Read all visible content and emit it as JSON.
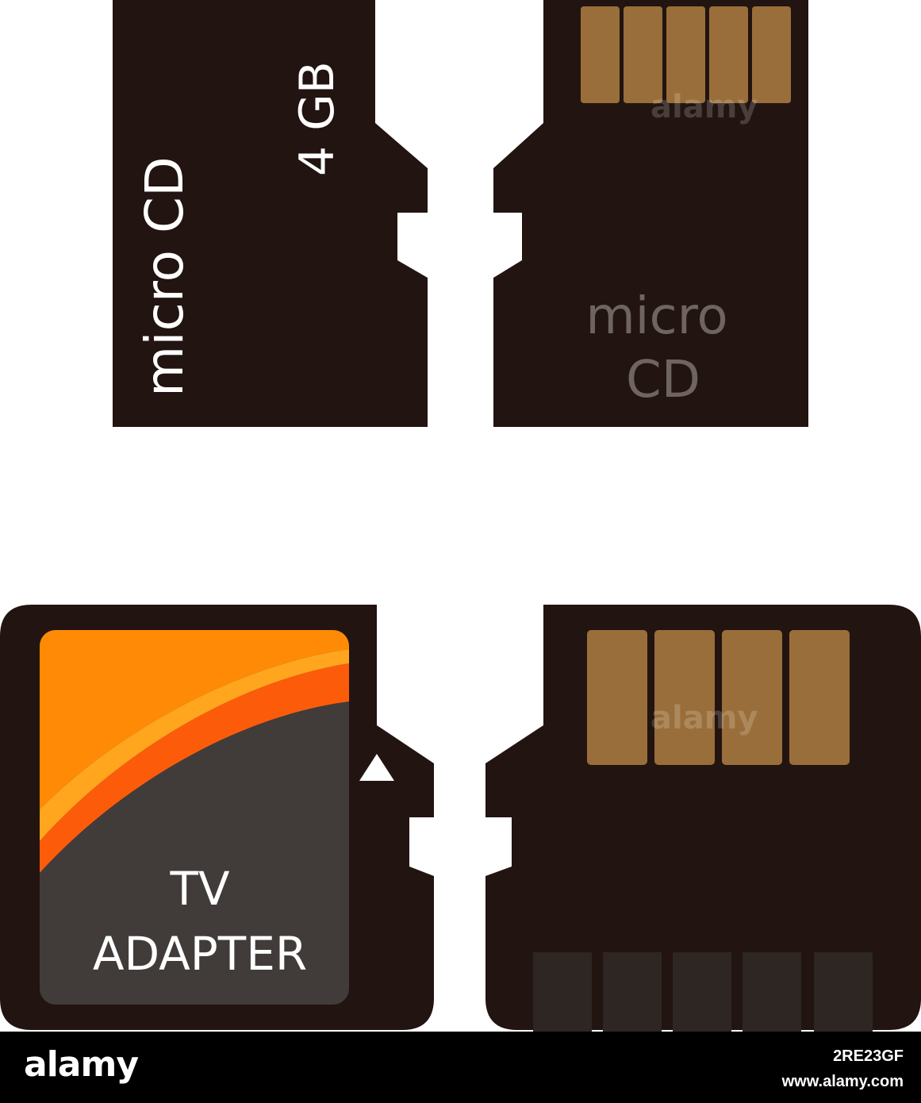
{
  "cards": {
    "micro_front": {
      "name_label": "micro CD",
      "capacity_label": "4 GB"
    },
    "micro_back": {
      "line1": "micro",
      "line2": "CD"
    },
    "adapter_front": {
      "line1": "TV",
      "line2": "ADAPTER"
    }
  },
  "footer": {
    "brand": "alamy",
    "image_id": "2RE23GF",
    "site": "www.alamy.com"
  },
  "watermark": "alamy",
  "colors": {
    "card_body": "#221410",
    "gold_contact": "#9a6e3a",
    "dim_contact": "#2e2623",
    "label_gray": "#413b3a",
    "orange": "#ff8a05",
    "orange_light": "#ffa51e",
    "orange_dark": "#fc5c0a",
    "back_text": "#6e6462",
    "footer_bg": "#000000"
  }
}
